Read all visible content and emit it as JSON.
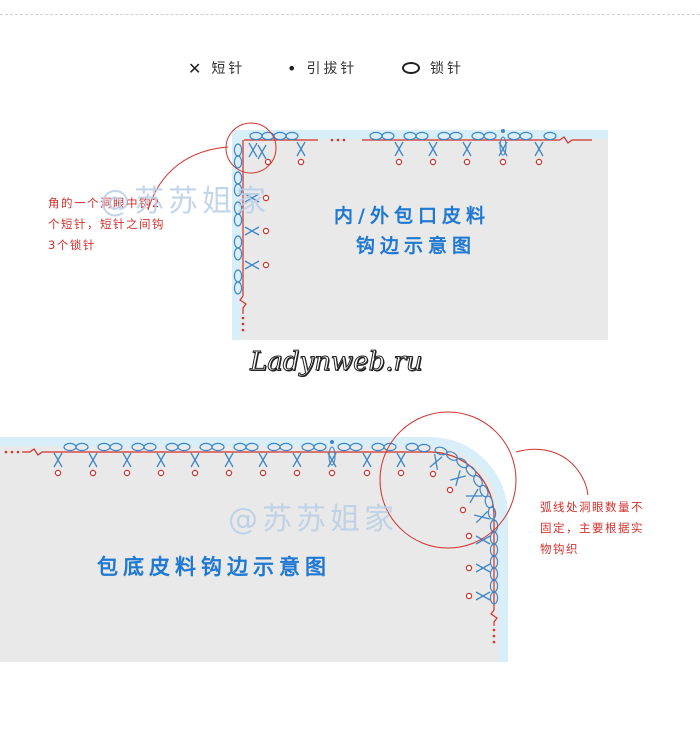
{
  "legend": [
    {
      "symbol": "✕",
      "icon": "x-stitch-icon",
      "label": "短针"
    },
    {
      "symbol": "•",
      "icon": "dot-stitch-icon",
      "label": "引拔针"
    },
    {
      "symbol": "o",
      "icon": "chain-stitch-icon",
      "label": "锁针"
    }
  ],
  "panel1": {
    "title_line1": "内/外包口皮料",
    "title_line2": "钩边示意图",
    "note_lines": [
      "角的一个洞眼中钩2",
      "个短针，短针之间钩",
      "3个锁针"
    ]
  },
  "panel2": {
    "title": "包底皮料钩边示意图",
    "note_lines": [
      "弧线处洞眼数量不",
      "固定，主要根据实",
      "物钩织"
    ]
  },
  "watermark": "@苏苏姐家",
  "site_mark": "Ladynweb.ru",
  "colors": {
    "panel_fill": "#e9e9e9",
    "panel_border": "#d8eef8",
    "stitch_blue": "#3f86c6",
    "hole_red": "#d0312d",
    "title_blue": "#1f78d1"
  }
}
